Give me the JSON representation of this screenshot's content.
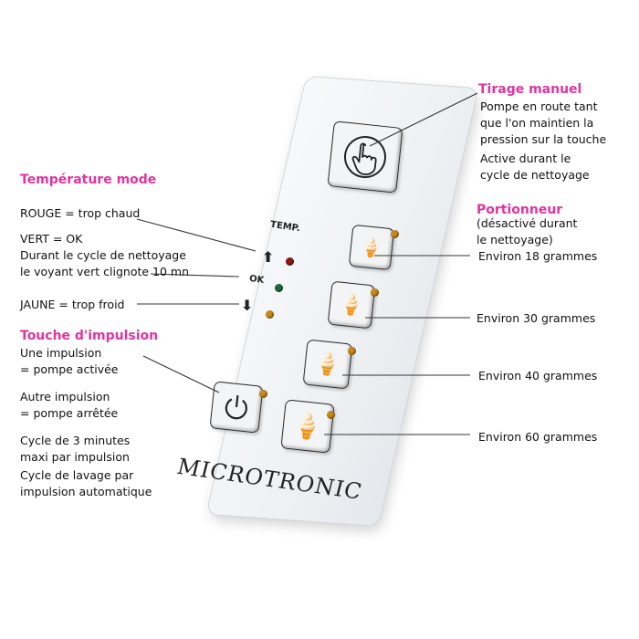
{
  "brand": "MICROTRONIC",
  "panel": {
    "temp_label": "TEMP.",
    "ok_label": "OK"
  },
  "tirage": {
    "title": "Tirage manuel",
    "lines": [
      "Pompe en route tant",
      "que l'on maintien la",
      "pression sur la touche"
    ],
    "lines2": [
      "Active durant le",
      "cycle de nettoyage"
    ]
  },
  "temperature": {
    "title": "Température mode",
    "rouge": "ROUGE = trop chaud",
    "vert": [
      "VERT = OK",
      "Durant le cycle de nettoyage",
      "le voyant vert clignote 10 mn"
    ],
    "jaune": "JAUNE = trop froid"
  },
  "impulsion": {
    "title": "Touche d'impulsion",
    "lines1": [
      "Une impulsion",
      " = pompe activée"
    ],
    "lines2": [
      "Autre impulsion",
      " = pompe arrêtée"
    ],
    "lines3": [
      "Cycle de 3 minutes",
      "maxi par impulsion"
    ],
    "lines4": [
      "Cycle de lavage par",
      "impulsion automatique"
    ]
  },
  "portionneur": {
    "title": "Portionneur",
    "sub": [
      "(désactivé durant",
      "le nettoyage)"
    ],
    "portions": [
      "Environ 18 grammes",
      "Environ 30 grammes",
      "Environ 40 grammes",
      "Environ 60 grammes"
    ]
  },
  "colors": {
    "heading": "#e0349f",
    "led_red": "#8b1a1a",
    "led_green": "#1f6b3a",
    "led_yellow": "#c98a1c"
  }
}
